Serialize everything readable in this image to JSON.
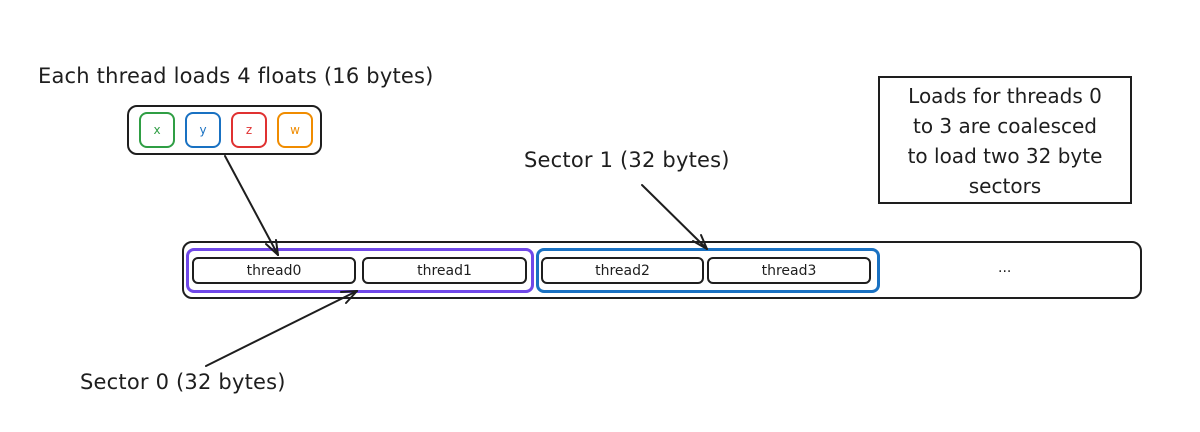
{
  "title_label": "Each thread loads 4 floats (16 bytes)",
  "floats": [
    {
      "label": "x",
      "color": "#2f9e44"
    },
    {
      "label": "y",
      "color": "#1971c2"
    },
    {
      "label": "z",
      "color": "#e03131"
    },
    {
      "label": "w",
      "color": "#f08c00"
    }
  ],
  "note": {
    "lines": [
      "Loads for threads 0",
      "to 3 are coalesced",
      "to load two 32 byte",
      "sectors"
    ]
  },
  "sector1_label": "Sector 1 (32 bytes)",
  "sector0_label": "Sector 0 (32 bytes)",
  "sector_colors": {
    "sector0": "#7048e8",
    "sector1": "#1971c2"
  },
  "threads": [
    "thread0",
    "thread1",
    "thread2",
    "thread3"
  ],
  "ellipsis": "..."
}
